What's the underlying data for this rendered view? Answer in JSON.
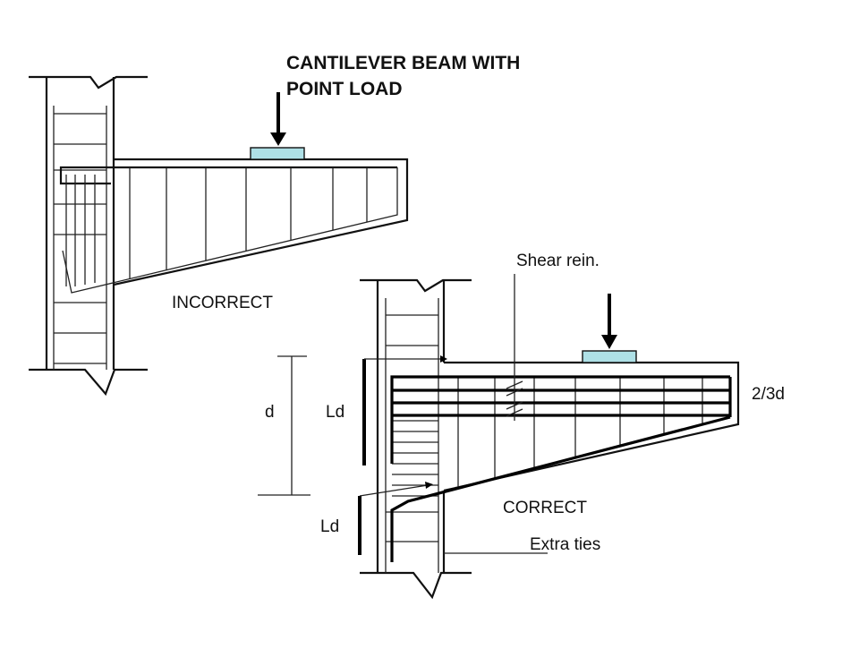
{
  "diagram": {
    "title_line1": "CANTILEVER BEAM WITH",
    "title_line2": "POINT LOAD",
    "label_incorrect": "INCORRECT",
    "label_correct": "CORRECT",
    "label_shear": "Shear rein.",
    "label_two_thirds_d": "2/3d",
    "label_d": "d",
    "label_ld_top": "Ld",
    "label_ld_bottom": "Ld",
    "label_extra_ties": "Extra ties",
    "colors": {
      "load_plate": "#aee0e6",
      "lines": "#000000",
      "background": "#ffffff"
    }
  }
}
